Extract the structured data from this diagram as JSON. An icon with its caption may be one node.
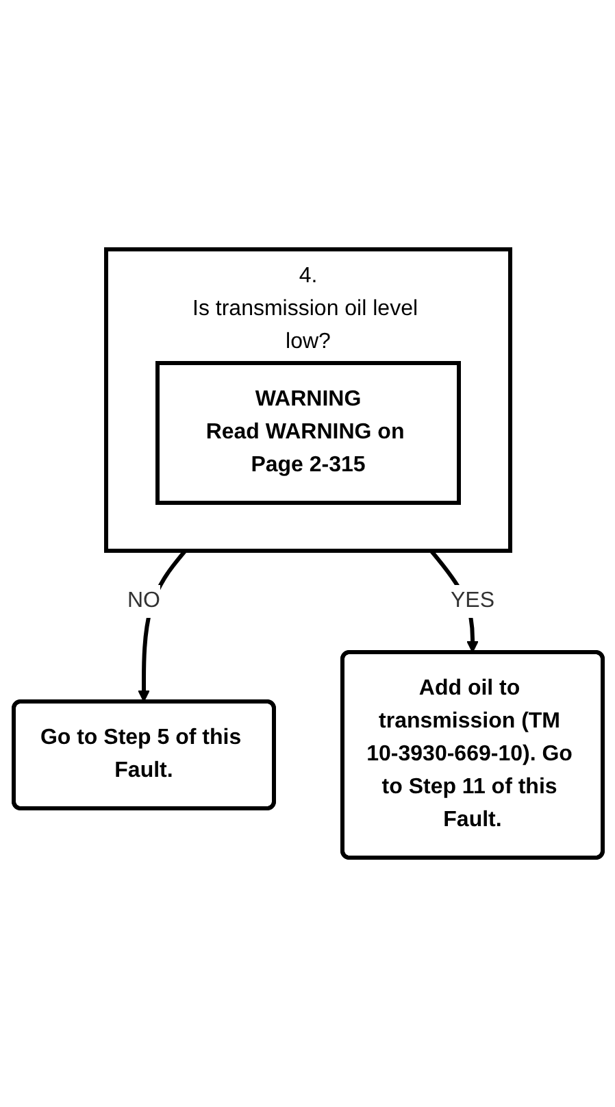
{
  "diagram": {
    "nodes": [
      {
        "text": [
          "4.",
          "Is transmission oil level low?"
        ]
      },
      {
        "text": [
          "WARNING",
          "Read WARNING on Page 2-315"
        ],
        "in": 0
      },
      {
        "text": [
          "Go to Step 5 of this Fault."
        ]
      },
      {
        "text": [
          "Add oil to transmission (TM 10-3930-669-10). Go to Step 11 of this Fault."
        ]
      }
    ],
    "edges": [
      {
        "from": 0,
        "to": 2,
        "arrow": "to",
        "label": "NO"
      },
      {
        "from": 0,
        "to": 3,
        "arrow": "to",
        "label": "YES"
      }
    ]
  }
}
